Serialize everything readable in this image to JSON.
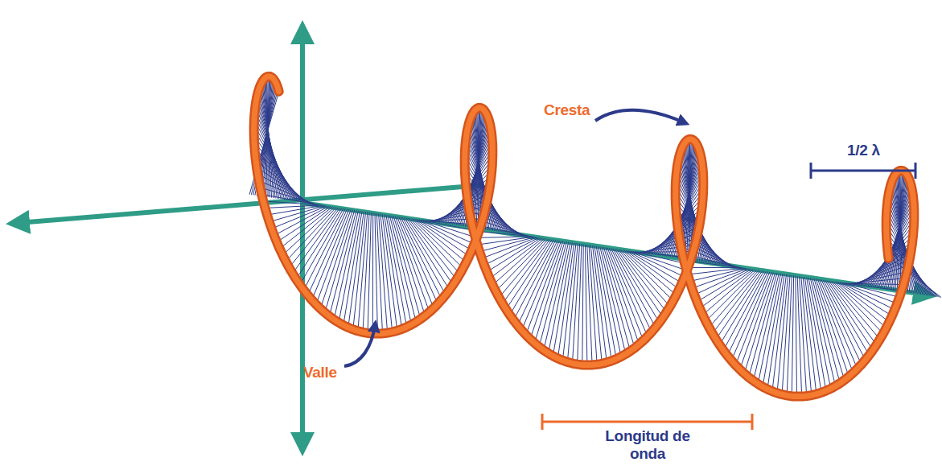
{
  "diagram": {
    "labels": [
      "Cresta",
      "Valle",
      "1/2 λ",
      "Longitud de onda"
    ]
  }
}
